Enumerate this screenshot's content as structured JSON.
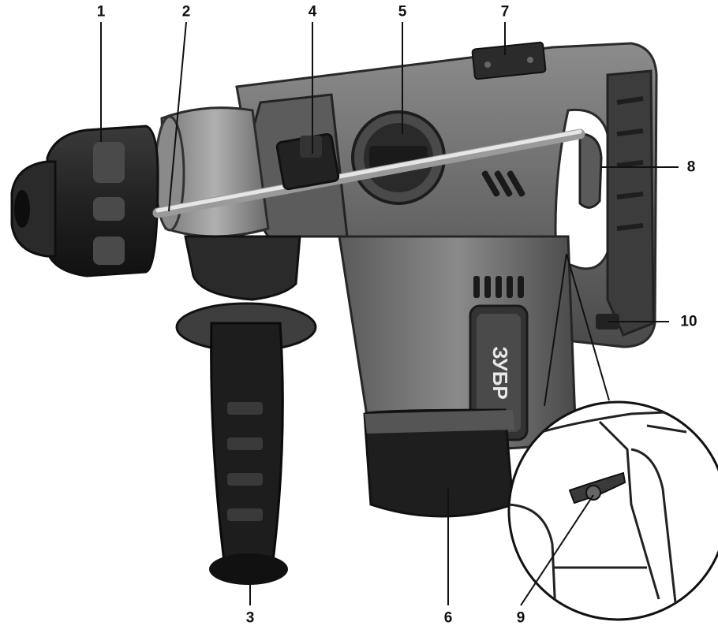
{
  "callouts": [
    {
      "id": "1",
      "label": "1"
    },
    {
      "id": "2",
      "label": "2"
    },
    {
      "id": "3",
      "label": "3"
    },
    {
      "id": "4",
      "label": "4"
    },
    {
      "id": "5",
      "label": "5"
    },
    {
      "id": "6",
      "label": "6"
    },
    {
      "id": "7",
      "label": "7"
    },
    {
      "id": "8",
      "label": "8"
    },
    {
      "id": "9",
      "label": "9"
    },
    {
      "id": "10",
      "label": "10"
    }
  ],
  "brand_badge": {
    "text": "ЗУБР",
    "logo": "bison-horn-logo"
  },
  "colors": {
    "body_dark": "#3a3a3a",
    "body_mid": "#6b6b6b",
    "body_light": "#9a9a9a",
    "rubber": "#1c1c1c",
    "rod": "#d8d8d8"
  }
}
